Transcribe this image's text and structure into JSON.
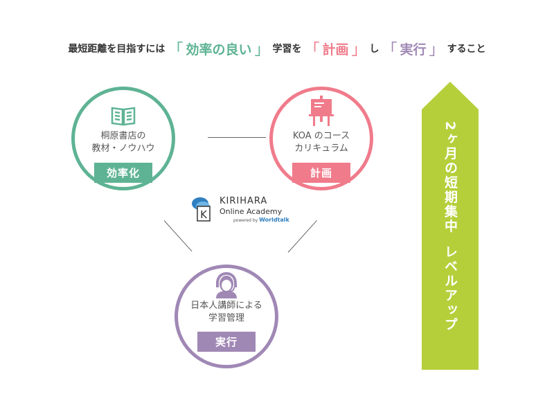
{
  "headline": {
    "part1": "最短距離を目指すには",
    "kw1": "効率の良い",
    "part2": "学習を",
    "kw2": "計画",
    "part3": "し",
    "kw3": "実行",
    "part4": "すること",
    "open_bracket": "「",
    "close_bracket": "」"
  },
  "circles": [
    {
      "lines": [
        "桐原書店の",
        "教材・ノウハウ"
      ],
      "tag": "効率化",
      "color": "#5eb394",
      "icon": "book-icon"
    },
    {
      "lines": [
        "KOA のコース",
        "カリキュラム"
      ],
      "tag": "計画",
      "color": "#f07b8b",
      "icon": "easel-board-icon"
    },
    {
      "lines": [
        "日本人講師による",
        "学習管理"
      ],
      "tag": "実行",
      "color": "#a088b5",
      "icon": "headset-person-icon"
    }
  ],
  "logo": {
    "brand": "KIRIHARA",
    "sub": "Online Academy",
    "powered": "powered by",
    "partner": "Worldtalk",
    "letter": "K"
  },
  "arrow": {
    "text1": "2ヶ月の短期集中",
    "text2": "レベルアップ",
    "color": "#b5cf3b"
  }
}
